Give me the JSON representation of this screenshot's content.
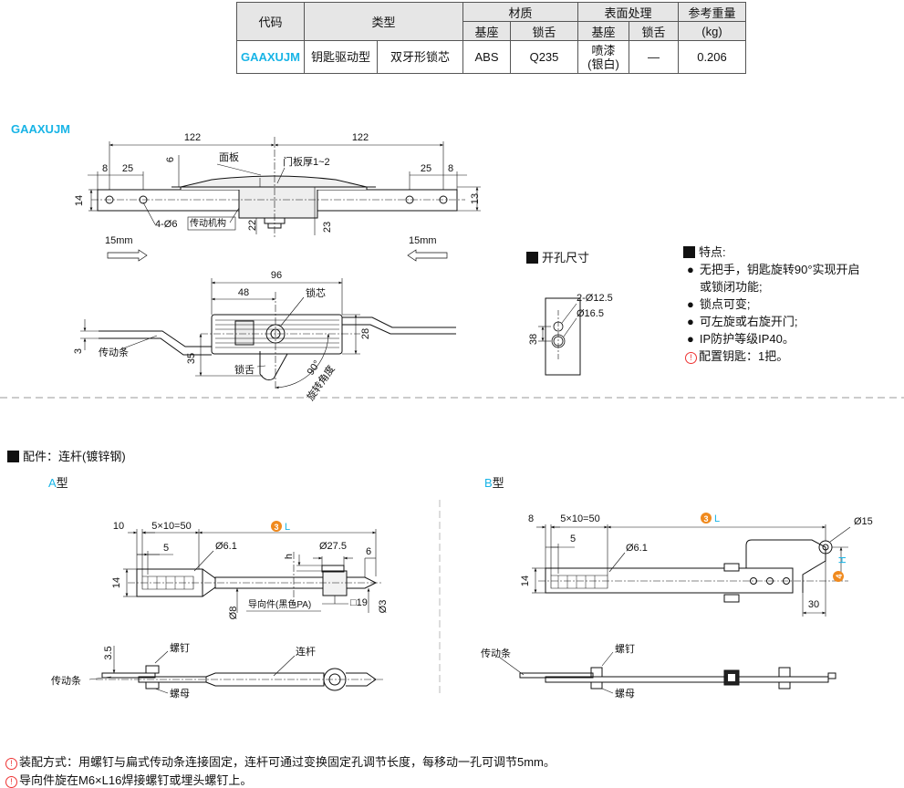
{
  "table": {
    "h_code": "代码",
    "h_type": "类型",
    "h_material": "材质",
    "h_surface": "表面处理",
    "h_weight": "参考重量",
    "h_weight_unit": "(kg)",
    "h_base": "基座",
    "h_tongue": "锁舌",
    "row": {
      "code": "GAAXUJM",
      "type1": "钥匙驱动型",
      "type2": "双牙形锁芯",
      "mat_base": "ABS",
      "mat_tongue": "Q235",
      "surf_base_1": "喷漆",
      "surf_base_2": "(银白)",
      "surf_tongue": "—",
      "weight": "0.206"
    }
  },
  "model_code": "GAAXUJM",
  "top_view": {
    "dim_122_left": "122",
    "dim_122_right": "122",
    "dim_8_left": "8",
    "dim_25_left": "25",
    "dim_6": "6",
    "label_panel": "面板",
    "label_door": "门板厚1~2",
    "dim_25_right": "25",
    "dim_8_right": "8",
    "dim_14": "14",
    "dim_13": "13",
    "dim_22": "22",
    "dim_23": "23",
    "label_holes": "4-Ø6",
    "label_drive": "传动机构",
    "travel_left": "15mm",
    "travel_right": "15mm"
  },
  "front_view": {
    "dim_96": "96",
    "dim_48": "48",
    "label_core": "锁芯",
    "dim_3": "3",
    "label_strip": "传动条",
    "dim_35": "35",
    "label_tongue": "锁舌",
    "dim_28": "28",
    "angle": "90°",
    "label_angle": "旋转角度"
  },
  "cutout": {
    "title": "开孔尺寸",
    "dim_holes": "2-Ø12.5",
    "dim_center": "Ø16.5",
    "dim_38": "38"
  },
  "features": {
    "title": "特点:",
    "items": [
      "无把手，钥匙旋转90°实现开启",
      "或锁闭功能;",
      "锁点可变;",
      "可左旋或右旋开门;",
      "IP防护等级IP40。"
    ],
    "key_note": "配置钥匙：1把。"
  },
  "accessory": {
    "title": "配件：连杆(镀锌钢)",
    "type_a_letter": "A",
    "type_a_suffix": "型",
    "type_b_letter": "B",
    "type_b_suffix": "型"
  },
  "rod_a": {
    "dim_10": "10",
    "dim_pitch": "5×10=50",
    "dim_L_num": "3",
    "dim_L": "L",
    "dim_5": "5",
    "dim_61": "Ø6.1",
    "dim_275": "Ø27.5",
    "dim_h": "h",
    "dim_6": "6",
    "dim_14": "14",
    "dim_8": "Ø8",
    "label_guide": "导向件(黑色PA)",
    "dim_sq19": "□19",
    "dim_3": "Ø3",
    "dim_35": "3.5",
    "label_screw": "螺钉",
    "label_rod": "连杆",
    "label_strip": "传动条",
    "label_nut": "螺母"
  },
  "rod_b": {
    "dim_8": "8",
    "dim_pitch": "5×10=50",
    "dim_L_num": "3",
    "dim_L": "L",
    "dim_15": "Ø15",
    "dim_5": "5",
    "dim_61": "Ø6.1",
    "dim_14": "14",
    "dim_4": "4",
    "dim_H": "H",
    "dim_30": "30",
    "label_strip": "传动条",
    "label_screw": "螺钉",
    "label_nut": "螺母"
  },
  "notes": {
    "line1": "装配方式：用螺钉与扁式传动条连接固定，连杆可通过变换固定孔调节长度，每移动一孔可调节5mm。",
    "line2": "导向件旋在M6×L16焊接螺钉或埋头螺钉上。"
  }
}
